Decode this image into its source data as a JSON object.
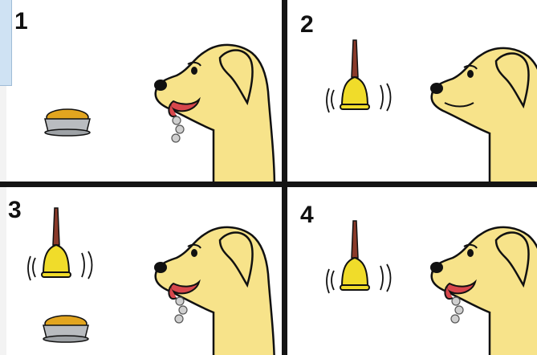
{
  "panels": [
    {
      "number": "1",
      "bowl": true,
      "bell": false,
      "salivating": true,
      "tongue_out": true
    },
    {
      "number": "2",
      "bowl": false,
      "bell": true,
      "salivating": false,
      "tongue_out": false
    },
    {
      "number": "3",
      "bowl": true,
      "bell": true,
      "salivating": true,
      "tongue_out": true
    },
    {
      "number": "4",
      "bowl": false,
      "bell": true,
      "salivating": true,
      "tongue_out": true
    }
  ],
  "colors": {
    "dog_fur": "#f7e38a",
    "outline": "#111111",
    "bell": "#f0dc2a",
    "bell_handle": "#8a3a2a",
    "tongue": "#d8474c",
    "drool": "#cfcfcf",
    "bowl": "#b9bcc0",
    "food": "#e2a51f",
    "divider": "#141414"
  },
  "icons": [
    "dog-head-icon",
    "bell-icon",
    "food-bowl-icon",
    "drool-icon"
  ]
}
